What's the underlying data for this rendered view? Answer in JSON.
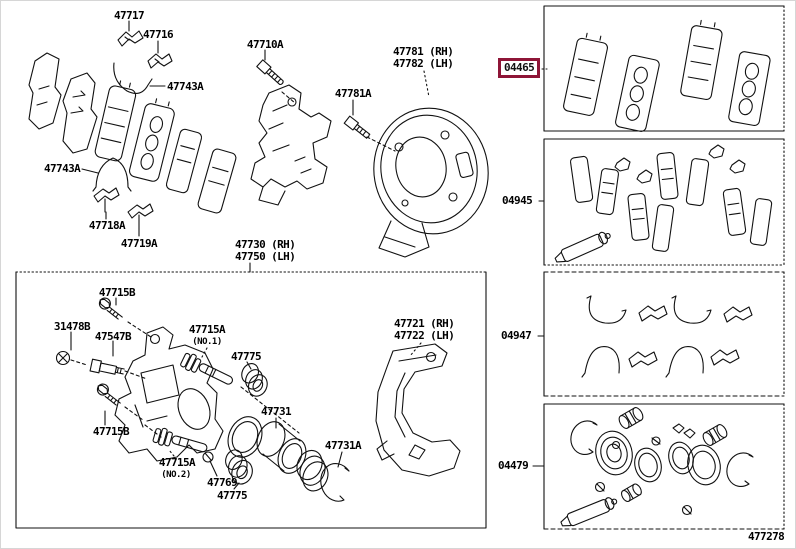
{
  "diagram": {
    "number": "477278",
    "selected_part": "04465",
    "highlight_color": "#8e1537",
    "line_color": "#000000",
    "background": "#ffffff"
  },
  "labels": {
    "p47717": "47717",
    "p47716": "47716",
    "p47743a_top": "47743A",
    "p47743a_left": "47743A",
    "p47718a": "47718A",
    "p47719a": "47719A",
    "p47710a": "47710A",
    "p47781_rh": "47781 (RH)",
    "p47782_lh": "47782 (LH)",
    "p47781a": "47781A",
    "p47730_rh": "47730 (RH)",
    "p47750_lh": "47750 (LH)",
    "p47715b_top": "47715B",
    "p31478b": "31478B",
    "p47547b": "47547B",
    "p47715a_no1": "47715A",
    "p47715a_no1_note": "(NO.1)",
    "p47775_mid": "47775",
    "p47721_rh": "47721 (RH)",
    "p47722_lh": "47722 (LH)",
    "p47715b_bottom": "47715B",
    "p47731": "47731",
    "p47731a": "47731A",
    "p47715a_no2": "47715A",
    "p47715a_no2_note": "(NO.2)",
    "p47769": "47769",
    "p47775_bottom": "47775"
  },
  "kits": {
    "k04465": "04465",
    "k04945": "04945",
    "k04947": "04947",
    "k04479": "04479"
  }
}
